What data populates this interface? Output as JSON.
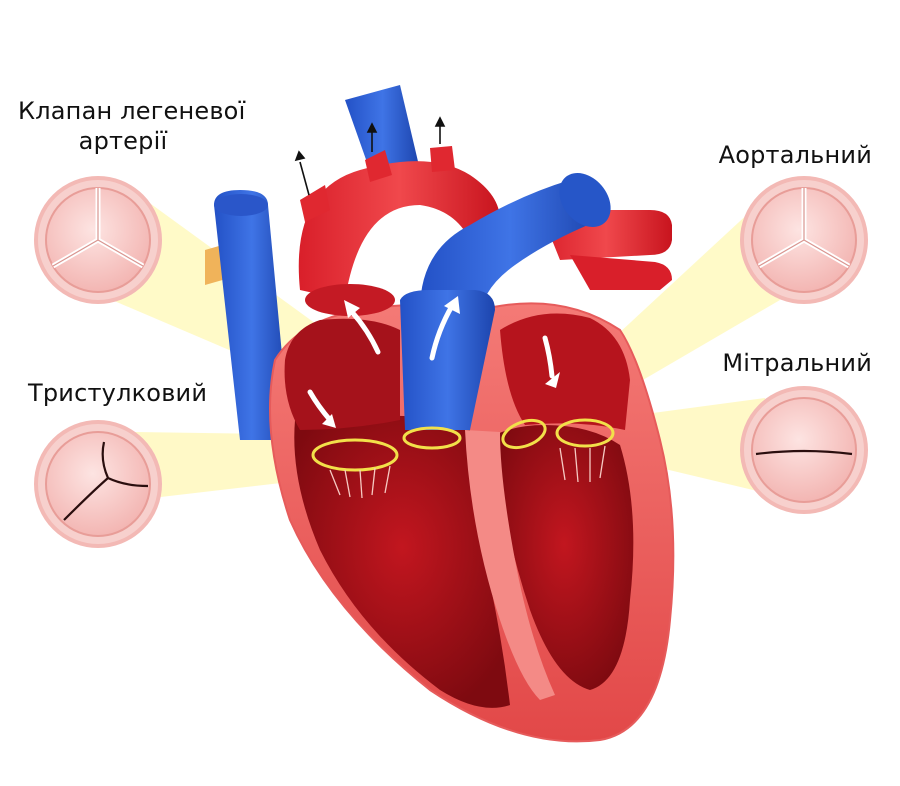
{
  "labels": {
    "pulmonary_line1": "Клапан легеневої",
    "pulmonary_line2": "артерії",
    "aortic": "Аортальний",
    "tricuspid": "Тристулковий",
    "mitral": "Мітральний"
  },
  "colors": {
    "oxygenated": "#e8323a",
    "deoxygenated": "#2e5fd6",
    "myocardium": "#f26a6a",
    "highlight": "#fff6a0",
    "valve_ring": "#f6e24a"
  }
}
